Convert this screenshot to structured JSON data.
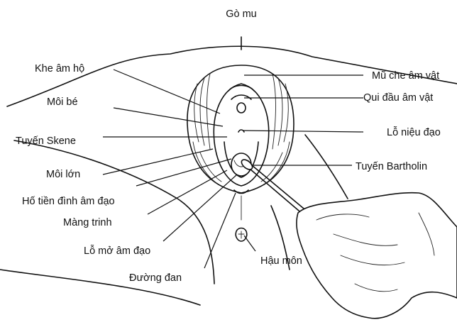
{
  "diagram": {
    "labels": {
      "go_mu": "Gò mu",
      "khe_am_ho": "Khe âm hộ",
      "moi_be": "Môi bé",
      "tuyen_skene": "Tuyến Skene",
      "moi_lon": "Môi lớn",
      "ho_tien_dinh": "Hố tiền đình âm đạo",
      "mang_trinh": "Màng trinh",
      "lo_mo_am_dao": "Lỗ mở âm đạo",
      "duong_dan": "Đường đan",
      "hau_mon": "Hậu môn",
      "mu_che_am_vat": "Mũ che âm vật",
      "qui_dau_am_vat": "Qui đầu âm vật",
      "lo_nieu_dao": "Lỗ niệu đạo",
      "tuyen_bartholin": "Tuyến Bartholin"
    }
  }
}
